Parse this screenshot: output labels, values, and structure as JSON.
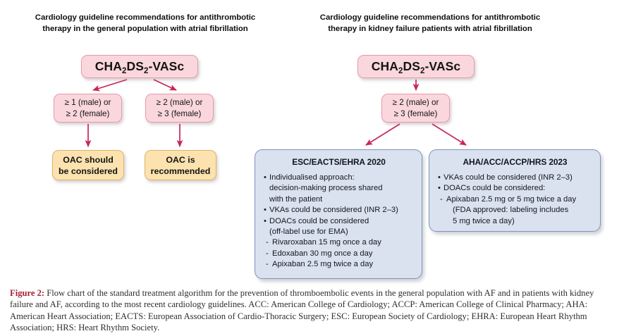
{
  "figure": {
    "left_column_title": "Cardiology guideline recommendations for antithrombotic therapy in the general population with atrial fibrillation",
    "right_column_title": "Cardiology guideline recommendations for antithrombotic therapy in kidney failure patients with atrial fibrillation"
  },
  "left_tree": {
    "root_label": "CHA2DS2-VASc",
    "root_parts": {
      "pre": "CHA",
      "sub1": "2",
      "mid": "DS",
      "sub2": "2",
      "post": "-VASc"
    },
    "criteria": [
      {
        "line1": "≥ 1 (male) or",
        "line2": "≥ 2 (female)"
      },
      {
        "line1": "≥ 2 (male) or",
        "line2": "≥ 3 (female)"
      }
    ],
    "outcomes": [
      {
        "line1": "OAC should",
        "line2": "be considered"
      },
      {
        "line1": "OAC is",
        "line2": "recommended"
      }
    ]
  },
  "right_tree": {
    "root_label": "CHA2DS2-VASc",
    "root_parts": {
      "pre": "CHA",
      "sub1": "2",
      "mid": "DS",
      "sub2": "2",
      "post": "-VASc"
    },
    "criterion": {
      "line1": "≥ 2 (male) or",
      "line2": "≥ 3 (female)"
    },
    "panels": [
      {
        "title": "ESC/EACTS/EHRA 2020",
        "items": [
          {
            "level": "lv0",
            "marker": "•",
            "text": "Individualised approach:"
          },
          {
            "level": "cont",
            "marker": "",
            "text": "decision-making process shared"
          },
          {
            "level": "cont",
            "marker": "",
            "text": "with the patient"
          },
          {
            "level": "lv0",
            "marker": "•",
            "text": "VKAs could be considered (INR 2–3)"
          },
          {
            "level": "lv0",
            "marker": "•",
            "text": "DOACs could be considered"
          },
          {
            "level": "cont",
            "marker": "",
            "text": "(off-label use for EMA)"
          },
          {
            "level": "dash",
            "marker": "-",
            "text": "Rivaroxaban 15 mg once a day"
          },
          {
            "level": "dash",
            "marker": "-",
            "text": "Edoxaban 30 mg once a day"
          },
          {
            "level": "dash",
            "marker": "-",
            "text": "Apixaban 2.5 mg twice a day"
          }
        ]
      },
      {
        "title": "AHA/ACC/ACCP/HRS 2023",
        "items": [
          {
            "level": "lv0",
            "marker": "•",
            "text": "VKAs could be considered (INR 2–3)"
          },
          {
            "level": "lv0",
            "marker": "•",
            "text": "DOACs could be considered:"
          },
          {
            "level": "dash",
            "marker": "-",
            "text": "Apixaban 2.5 mg or 5 mg twice a day"
          },
          {
            "level": "subcont",
            "marker": "",
            "text": "(FDA approved: labeling includes"
          },
          {
            "level": "subcont",
            "marker": "",
            "text": "5 mg twice a day)"
          }
        ]
      }
    ]
  },
  "caption": {
    "label": "Figure 2:",
    "text": " Flow chart of the standard treatment algorithm for the prevention of thromboembolic events in the general population with AF and in patients with kidney failure and AF, according to the most recent cardiology guidelines. ACC: American College of Cardiology; ACCP: American College of Clinical Pharmacy; AHA: American Heart Association; EACTS: European Association of Cardio-Thoracic Surgery; ESC: European Society of Cardiology; EHRA: European Heart Rhythm Association; HRS: Heart Rhythm Society."
  },
  "colors": {
    "pink_fill": "#fad7dd",
    "pink_border": "#e79aac",
    "cream_fill": "#fbe2ae",
    "cream_border": "#e0b36a",
    "blue_fill": "#dae2ef",
    "blue_border": "#7e93b8",
    "arrow": "#c8265a",
    "caption_label": "#a4203a"
  }
}
